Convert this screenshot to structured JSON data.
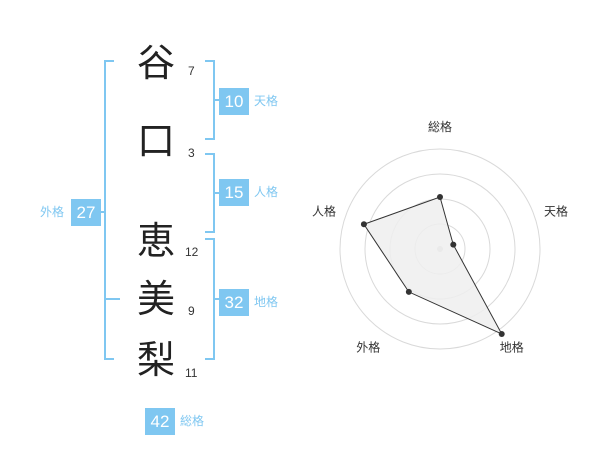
{
  "name_chars": [
    {
      "char": "谷",
      "strokes": "7"
    },
    {
      "char": "口",
      "strokes": "3"
    },
    {
      "char": "恵",
      "strokes": "12"
    },
    {
      "char": "美",
      "strokes": "9"
    },
    {
      "char": "梨",
      "strokes": "11"
    }
  ],
  "kaku": {
    "tenkaku": {
      "value": "10",
      "label": "天格"
    },
    "jinkaku": {
      "value": "15",
      "label": "人格"
    },
    "chikaku": {
      "value": "32",
      "label": "地格"
    },
    "gaikaku": {
      "value": "27",
      "label": "外格"
    },
    "soukaku": {
      "value": "42",
      "label": "総格"
    }
  },
  "colors": {
    "accent": "#7fc7f1",
    "polygon_fill": "#eeeeee",
    "ring": "#d9d9d9"
  },
  "chart_data": {
    "type": "radar",
    "axes": [
      "総格",
      "天格",
      "地格",
      "外格",
      "人格"
    ],
    "values": [
      0.52,
      0.14,
      1.05,
      0.53,
      0.8
    ],
    "rings": 4,
    "max": 1.0
  }
}
